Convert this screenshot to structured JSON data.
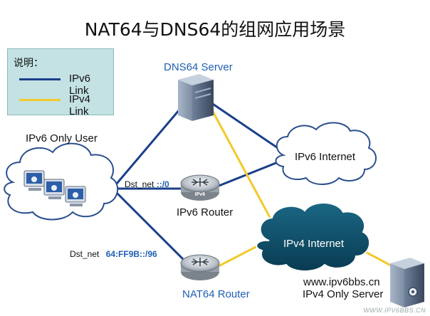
{
  "title": "NAT64与DNS64的组网应用场景",
  "legend": {
    "title": "说明：",
    "items": [
      {
        "label": "IPv6 Link",
        "color": "#1a3f8a"
      },
      {
        "label": "IPv4 Link",
        "color": "#f3c92b"
      }
    ]
  },
  "nodes": {
    "dns64_server": "DNS64 Server",
    "ipv6_only_user": "IPv6 Only User",
    "ipv6_internet": "IPv6 Internet",
    "ipv6_router": "IPv6 Router",
    "ipv6_router_badge": "IPv6",
    "ipv4_internet": "IPv4 Internet",
    "nat64_router": "NAT64 Router",
    "ipv4_server_host": "www.ipv6bbs.cn",
    "ipv4_only_server": "IPv4 Only Server"
  },
  "routes": {
    "dst_net_1_label": "Dst_net",
    "dst_net_1_value": "::/0",
    "dst_net_2_label": "Dst_net",
    "dst_net_2_value": "64:FF9B::/96"
  },
  "watermark": "WWW.IPV6BBS.CN",
  "colors": {
    "ipv6_link": "#1a3f8a",
    "ipv4_link": "#f3c92b",
    "ipv4_cloud": "#0d4a66",
    "accent_blue": "#1f5fb0"
  }
}
